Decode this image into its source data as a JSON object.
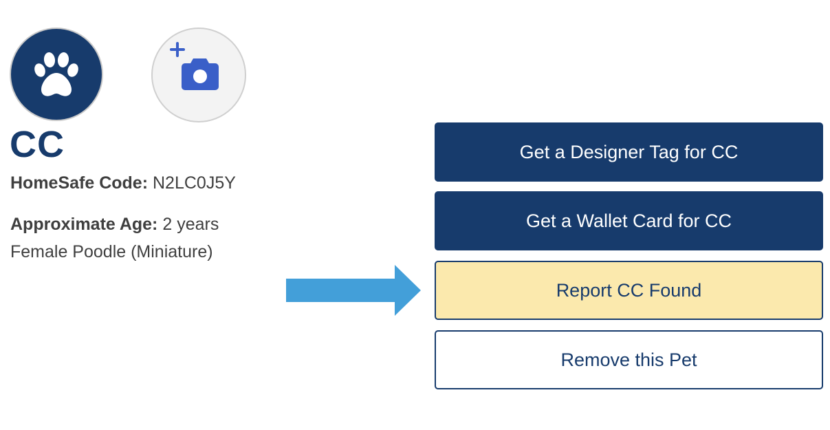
{
  "pet": {
    "name": "CC",
    "homesafe_code_label": "HomeSafe Code:",
    "homesafe_code": "N2LC0J5Y",
    "age_label": "Approximate Age:",
    "age": "2 years",
    "description": "Female Poodle (Miniature)"
  },
  "avatar": {
    "icon": "paw-icon",
    "background": "#173b6c"
  },
  "photo_upload": {
    "icon": "add-camera-icon",
    "accent": "#3a5fc8"
  },
  "actions": {
    "designer_tag": "Get a Designer Tag for CC",
    "wallet_card": "Get a Wallet Card for CC",
    "report_found": "Report CC Found",
    "remove_pet": "Remove this Pet"
  },
  "annotation": {
    "arrow_color": "#439fd9",
    "points_to": "report_found"
  },
  "colors": {
    "primary": "#173b6c",
    "warning_bg": "#fbe9ad",
    "text": "#3f3f3f"
  }
}
